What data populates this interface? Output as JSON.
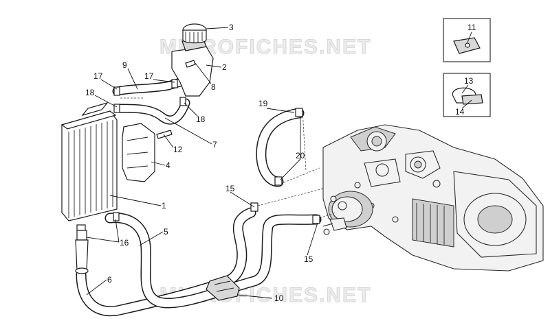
{
  "watermark": "MICROFICHES.NET",
  "parts": {
    "p1": "1",
    "p2": "2",
    "p3": "3",
    "p4": "4",
    "p5": "5",
    "p6": "6",
    "p7": "7",
    "p8": "8",
    "p9": "9",
    "p10": "10",
    "p11": "11",
    "p12": "12",
    "p13": "13",
    "p14": "14",
    "p15a": "15",
    "p15b": "15",
    "p16": "16",
    "p17a": "17",
    "p17b": "17",
    "p18a": "18",
    "p18b": "18",
    "p19": "19",
    "p20": "20"
  }
}
